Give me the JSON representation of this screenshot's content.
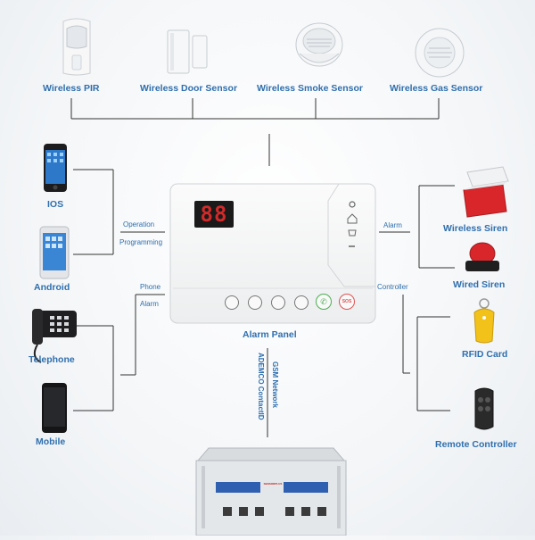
{
  "sensors": {
    "pir": "Wireless PIR",
    "door": "Wireless Door Sensor",
    "smoke": "Wireless Smoke Sensor",
    "gas": "Wireless Gas Sensor"
  },
  "left": {
    "ios": "IOS",
    "android": "Android",
    "telephone": "Telephone",
    "mobile": "Mobile",
    "operation": "Operation",
    "programming": "Programming",
    "phone": "Phone",
    "alarm": "Alarm"
  },
  "right": {
    "alarm": "Alarm",
    "controller": "Controller",
    "siren": "Wireless Siren",
    "wired_siren": "Wired Siren",
    "rfid": "RFID Card",
    "remote": "Remote Controller"
  },
  "panel": {
    "label": "Alarm Panel",
    "display": "88",
    "sos": "SOS"
  },
  "network": {
    "gsm": "GSM Network",
    "ademco": "ADEMCO ContactID"
  },
  "station": {
    "brand": "SENSORPLUS"
  },
  "colors": {
    "label_blue": "#2f6fae",
    "line": "#333333",
    "display_red": "#d22a2a",
    "siren_red": "#d9262b",
    "rfid_yellow": "#f2c21b"
  }
}
